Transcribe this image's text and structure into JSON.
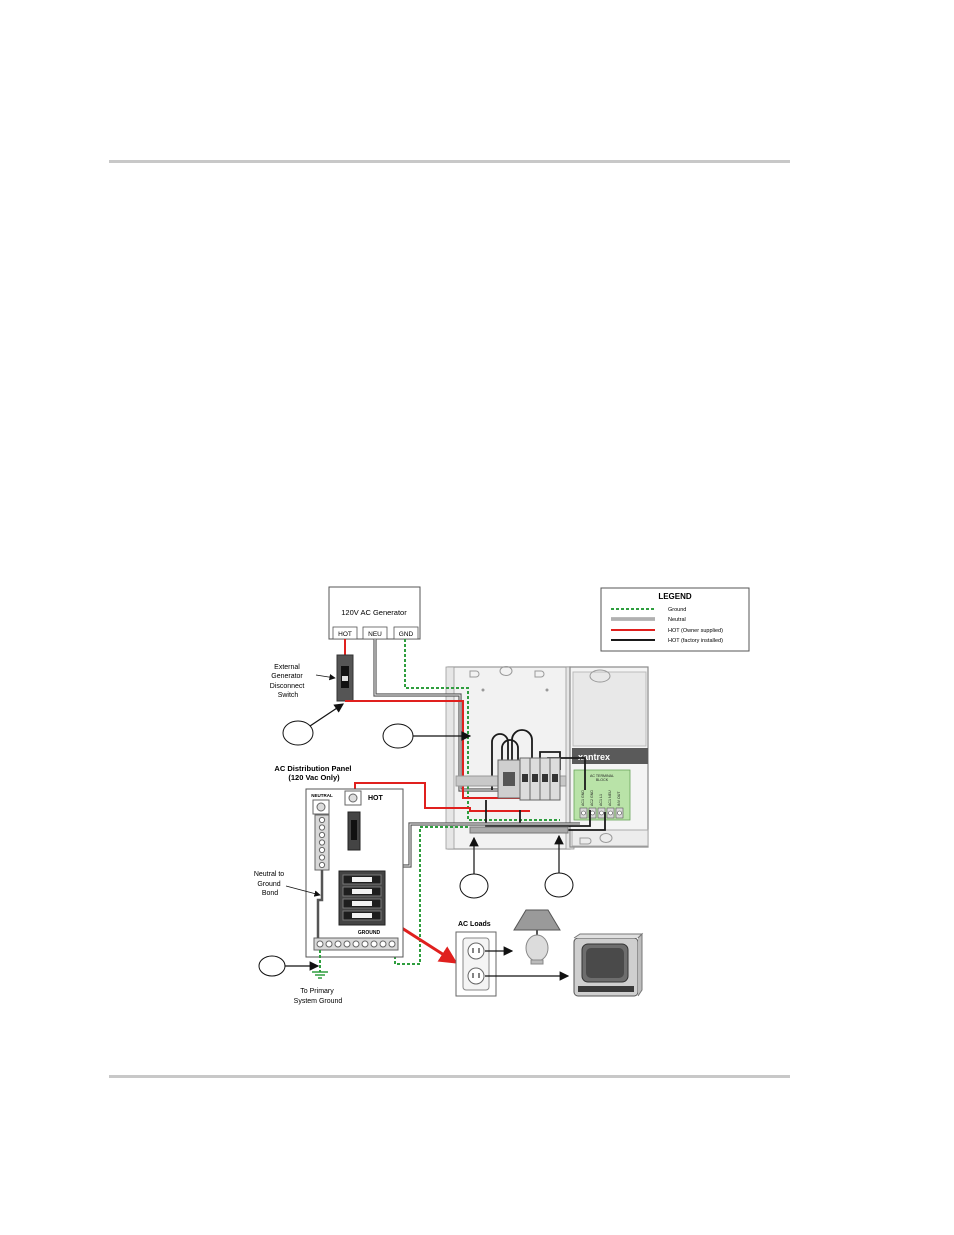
{
  "generator": {
    "title": "120V AC Generator",
    "terminals": [
      "HOT",
      "NEU",
      "GND"
    ]
  },
  "legend": {
    "title": "LEGEND",
    "entries": [
      {
        "label": "Ground",
        "color": "#2e9e3e",
        "style": "dashed"
      },
      {
        "label": "Neutral",
        "color": "#9a9a9a",
        "style": "double"
      },
      {
        "label": "HOT (Owner supplied)",
        "color": "#e0201e",
        "style": "solid"
      },
      {
        "label": "HOT (factory installed)",
        "color": "#1a1a1a",
        "style": "solid"
      }
    ]
  },
  "labels": {
    "disconnect_switch": [
      "External",
      "Generator",
      "Disconnect",
      "Switch"
    ],
    "panel_title": [
      "AC Distribution Panel",
      "(120 Vac Only)"
    ],
    "neutral_bar": "NEUTRAL",
    "hot": "HOT",
    "ground_bar": "GROUND",
    "neutral_bond": [
      "Neutral to",
      "Ground",
      "Bond"
    ],
    "primary_ground": [
      "To Primary",
      "System Ground"
    ],
    "ac_loads": "AC Loads",
    "brand": "xantrex",
    "terminal_block": [
      "AC TERMINAL",
      "BLOCK"
    ],
    "terminal_names": [
      "AC1 GND",
      "AC2 GND",
      "AC1 L1",
      "AC1 NEU",
      "INV OUT"
    ]
  },
  "colors": {
    "ground": "#2e9e3e",
    "neutral": "#9a9a9a",
    "hot_owner": "#e0201e",
    "hot_factory": "#1a1a1a",
    "terminal_block": "#b9e3a8"
  }
}
